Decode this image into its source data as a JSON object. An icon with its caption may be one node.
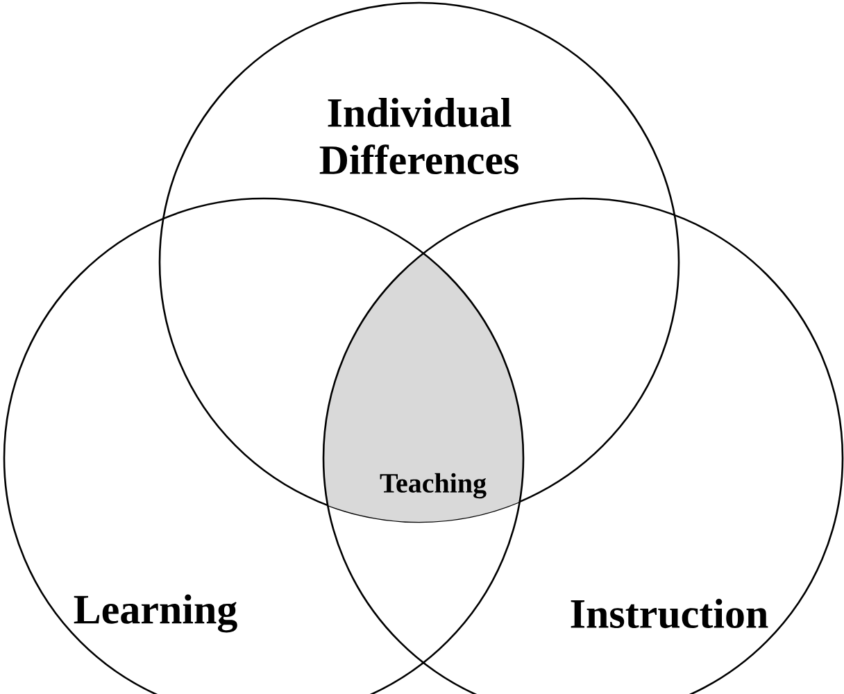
{
  "diagram": {
    "nodes": [
      {
        "text": [
          "Individual Differences"
        ]
      },
      {
        "text": [
          "Teaching"
        ]
      },
      {
        "text": [
          "Learning"
        ]
      },
      {
        "text": [
          "Instruction"
        ]
      }
    ]
  }
}
